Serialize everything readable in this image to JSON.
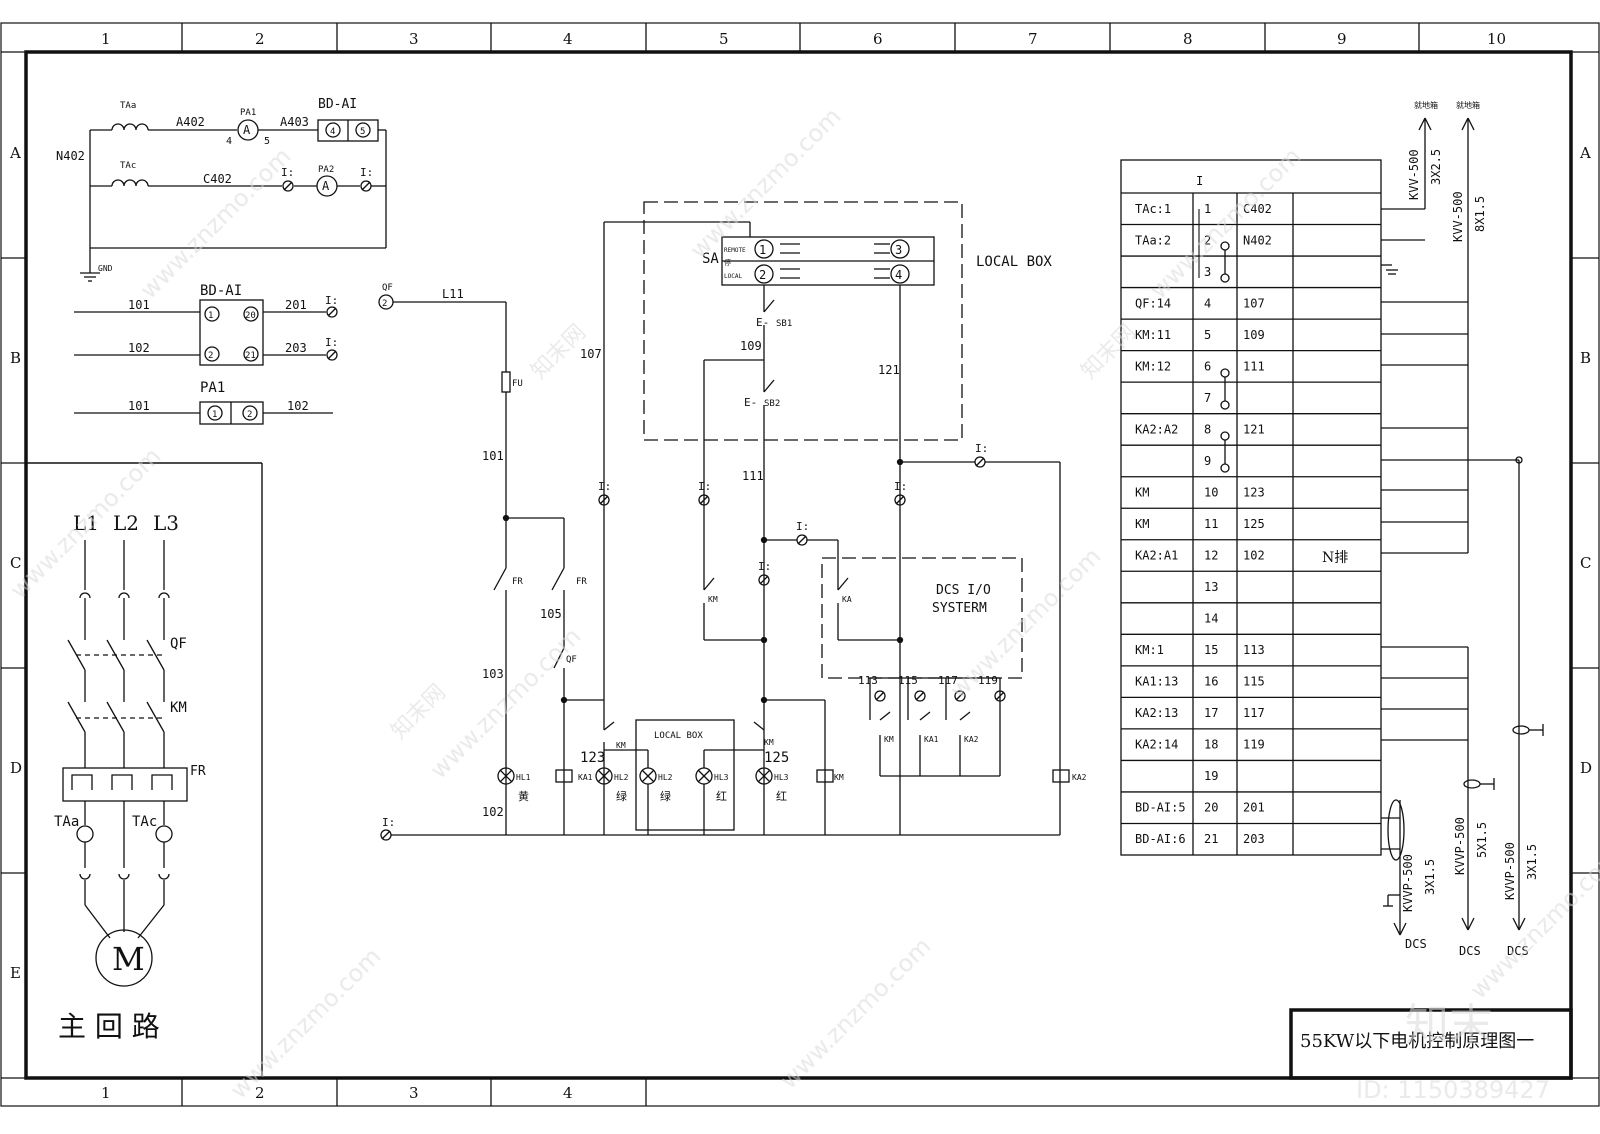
{
  "frame": {
    "col_labels": [
      "1",
      "2",
      "3",
      "4",
      "5",
      "6",
      "7",
      "8",
      "9",
      "10"
    ],
    "bottom_col_labels": [
      "1",
      "2",
      "3",
      "4"
    ],
    "row_labels": [
      "A",
      "B",
      "C",
      "D",
      "E"
    ]
  },
  "ammeter": {
    "n402": "N402",
    "taa": "TAa",
    "tac": "TAc",
    "a402": "A402",
    "pa1": "PA1",
    "pa2": "PA2",
    "a403": "A403",
    "bdai": "BD-AI",
    "c402": "C402",
    "gnd": "GND",
    "t4": "4",
    "t5": "5",
    "t4s": "4",
    "t5s": "5",
    "i_mark": "I:"
  },
  "bdai_block": {
    "title": "BD-AI",
    "w101": "101",
    "w102": "102",
    "w201": "201",
    "w203": "203",
    "t1": "1",
    "t2": "2",
    "t20": "20",
    "t21": "21"
  },
  "pa1_block": {
    "title": "PA1",
    "w101": "101",
    "w102": "102",
    "t1": "1",
    "t2": "2"
  },
  "main_circuit": {
    "l1": "L1",
    "l2": "L2",
    "l3": "L3",
    "qf": "QF",
    "km": "KM",
    "fr": "FR",
    "taa": "TAa",
    "tac": "TAc",
    "motor": "M",
    "title": "主 回 路"
  },
  "control": {
    "qf": "QF",
    "qf_num": "2",
    "l11": "L11",
    "fu": "FU",
    "w101": "101",
    "w103": "103",
    "w102": "102",
    "w105": "105",
    "w107": "107",
    "w109": "109",
    "w111": "111",
    "w121": "121",
    "w123": "123",
    "w125": "125",
    "fr": "FR",
    "sb1": "SB1",
    "sb2": "SB2",
    "e": "E-",
    "sa": "SA",
    "sa_1": "1",
    "sa_2": "2",
    "sa_3": "3",
    "sa_4": "4",
    "sa_tag_a": "REMOTE",
    "sa_tag_b": "停",
    "sa_tag_c": "LOCAL",
    "local_box": "LOCAL BOX",
    "local_box_small": "LOCAL BOX",
    "km": "KM",
    "ka": "KA",
    "ka1": "KA1",
    "ka2": "KA2",
    "dcs_line1": "DCS I/O",
    "dcs_line2": "SYSTERM",
    "w113": "113",
    "w115": "115",
    "w117": "117",
    "w119": "119",
    "hl1": "HL1",
    "hl2": "HL2",
    "hl3": "HL3",
    "yellow": "黄",
    "green": "绿",
    "red": "红",
    "i_mark": "I:"
  },
  "terminal": {
    "header": "I",
    "rows": [
      {
        "label": "TAc:1",
        "num": "1",
        "wire": "C402"
      },
      {
        "label": "TAa:2",
        "num": "2",
        "wire": "N402"
      },
      {
        "label": "",
        "num": "3",
        "wire": ""
      },
      {
        "label": "QF:14",
        "num": "4",
        "wire": "107"
      },
      {
        "label": "KM:11",
        "num": "5",
        "wire": "109"
      },
      {
        "label": "KM:12",
        "num": "6",
        "wire": "111"
      },
      {
        "label": "",
        "num": "7",
        "wire": ""
      },
      {
        "label": "KA2:A2",
        "num": "8",
        "wire": "121"
      },
      {
        "label": "",
        "num": "9",
        "wire": ""
      },
      {
        "label": "KM",
        "num": "10",
        "wire": "123"
      },
      {
        "label": "KM",
        "num": "11",
        "wire": "125"
      },
      {
        "label": "KA2:A1",
        "num": "12",
        "wire": "102"
      },
      {
        "label": "",
        "num": "13",
        "wire": ""
      },
      {
        "label": "",
        "num": "14",
        "wire": ""
      },
      {
        "label": "KM:1",
        "num": "15",
        "wire": "113"
      },
      {
        "label": "KA1:13",
        "num": "16",
        "wire": "115"
      },
      {
        "label": "KA2:13",
        "num": "17",
        "wire": "117"
      },
      {
        "label": "KA2:14",
        "num": "18",
        "wire": "119"
      },
      {
        "label": "",
        "num": "19",
        "wire": ""
      },
      {
        "label": "BD-AI:5",
        "num": "20",
        "wire": "201"
      },
      {
        "label": "BD-AI:6",
        "num": "21",
        "wire": "203"
      }
    ],
    "n_note": "N排"
  },
  "cables": {
    "top1": "就地箱",
    "top2": "就地箱",
    "c1_type": "KVV-500",
    "c1_size": "3X2.5",
    "c2_type": "KVV-500",
    "c2_size": "8X1.5",
    "c3_type": "KVVP-500",
    "c3_size": "3X1.5",
    "c4_type": "KVVP-500",
    "c4_size": "5X1.5",
    "c5_type": "KVVP-500",
    "c5_size": "3X1.5",
    "dcs1": "DCS",
    "dcs2": "DCS",
    "dcs3": "DCS"
  },
  "title_block": {
    "title": "55KW以下电机控制原理图一"
  },
  "watermarks": {
    "url": "www.znzmo.com",
    "brand": "知末网",
    "logo": "知末",
    "id": "ID: 1150389427"
  }
}
